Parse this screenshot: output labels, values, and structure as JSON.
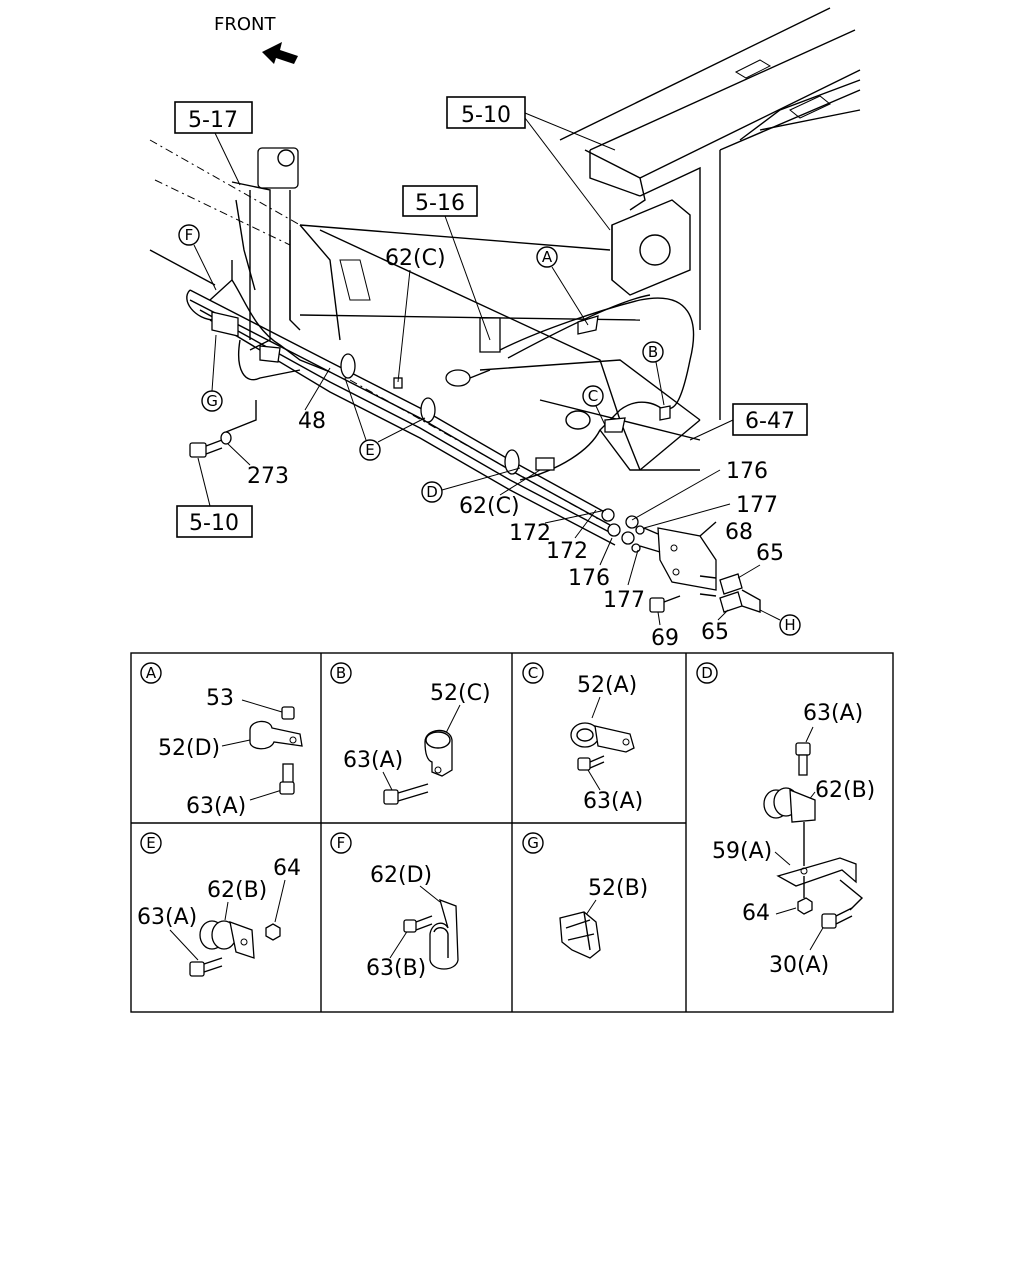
{
  "front_label": "FRONT",
  "refs": {
    "r1": "5-17",
    "r2": "5-10",
    "r3": "5-16",
    "r4": "6-47",
    "r5": "5-10"
  },
  "callouts": {
    "c62c_top": "62(C)",
    "c48": "48",
    "c273": "273",
    "c62c_mid": "62(C)",
    "c172a": "172",
    "c172b": "172",
    "c176a": "176",
    "c177a": "177",
    "c68": "68",
    "c65a": "65",
    "c176b": "176",
    "c177b": "177",
    "c69": "69",
    "c65b": "65"
  },
  "markers": {
    "A": "A",
    "B": "B",
    "C": "C",
    "D": "D",
    "E": "E",
    "F": "F",
    "G": "G",
    "H": "H"
  },
  "details": {
    "A": {
      "letter": "A",
      "labels": [
        "53",
        "52(D)",
        "63(A)"
      ]
    },
    "B": {
      "letter": "B",
      "labels": [
        "52(C)",
        "63(A)"
      ]
    },
    "C": {
      "letter": "C",
      "labels": [
        "52(A)",
        "63(A)"
      ]
    },
    "D": {
      "letter": "D",
      "labels": [
        "63(A)",
        "62(B)",
        "59(A)",
        "64",
        "30(A)"
      ]
    },
    "E": {
      "letter": "E",
      "labels": [
        "64",
        "62(B)",
        "63(A)"
      ]
    },
    "F": {
      "letter": "F",
      "labels": [
        "62(D)",
        "63(B)"
      ]
    },
    "G": {
      "letter": "G",
      "labels": [
        "52(B)"
      ]
    }
  }
}
